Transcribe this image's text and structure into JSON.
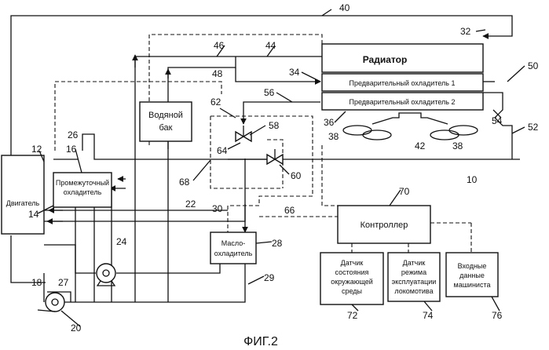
{
  "blocks": {
    "engine": "Двигатель",
    "intercooler": [
      "Промежуточный",
      "охладитель"
    ],
    "water_tank": [
      "Водяной",
      "бак"
    ],
    "radiator": "Радиатор",
    "precooler1": "Предварительный охладитель 1",
    "precooler2": "Предварительный охладитель 2",
    "controller": "Контроллер",
    "oil_cooler": [
      "Масло-",
      "охладитель"
    ],
    "ambient_sensor": [
      "Датчик",
      "состояния",
      "окружающей",
      "среды"
    ],
    "mode_sensor": [
      "Датчик",
      "режима",
      "эксплуатации",
      "локомотива"
    ],
    "driver_input": [
      "Входные",
      "данные",
      "машиниста"
    ]
  },
  "refs": {
    "n10": "10",
    "n12": "12",
    "n14": "14",
    "n16": "16",
    "n18": "18",
    "n20": "20",
    "n22": "22",
    "n24": "24",
    "n26": "26",
    "n27": "27",
    "n28": "28",
    "n29": "29",
    "n30": "30",
    "n32": "32",
    "n34": "34",
    "n36": "36",
    "n38a": "38",
    "n38b": "38",
    "n40": "40",
    "n42": "42",
    "n44": "44",
    "n46": "46",
    "n48": "48",
    "n50": "50",
    "n52": "52",
    "n54": "54",
    "n56": "56",
    "n58": "58",
    "n60": "60",
    "n62": "62",
    "n64": "64",
    "n66": "66",
    "n68": "68",
    "n70": "70",
    "n72": "72",
    "n74": "74",
    "n76": "76"
  },
  "caption": "ФИГ.2"
}
